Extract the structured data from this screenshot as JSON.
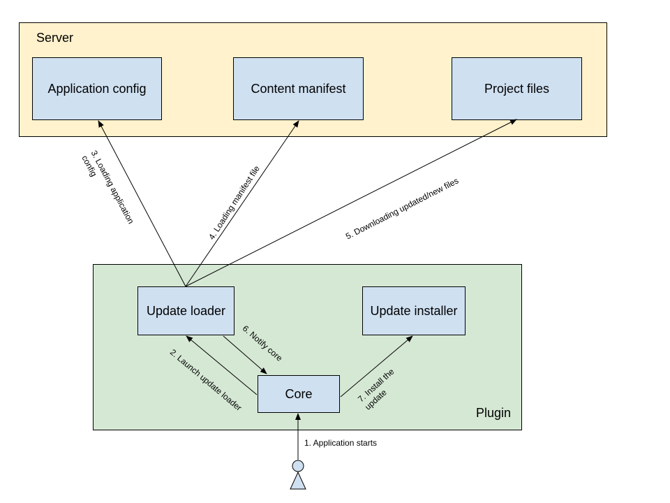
{
  "containers": {
    "server": "Server",
    "plugin": "Plugin"
  },
  "nodes": {
    "app_config": "Application config",
    "content_manifest": "Content manifest",
    "project_files": "Project files",
    "update_loader": "Update loader",
    "update_installer": "Update installer",
    "core": "Core"
  },
  "edges": {
    "e1": "1. Application starts",
    "e2": "2. Launch update loader",
    "e3_line1": "3. Loading application",
    "e3_line2": "config",
    "e4": "4. Loading manifest file",
    "e5": "5. Downloading updated/new files",
    "e6": "6. Notify core",
    "e7_line1": "7. Install the",
    "e7_line2": "update"
  },
  "actor": "user-actor-icon",
  "colors": {
    "server_fill": "#fff2cc",
    "plugin_fill": "#d5e8d4",
    "node_fill": "#cfe0f1",
    "stroke": "#000000"
  }
}
